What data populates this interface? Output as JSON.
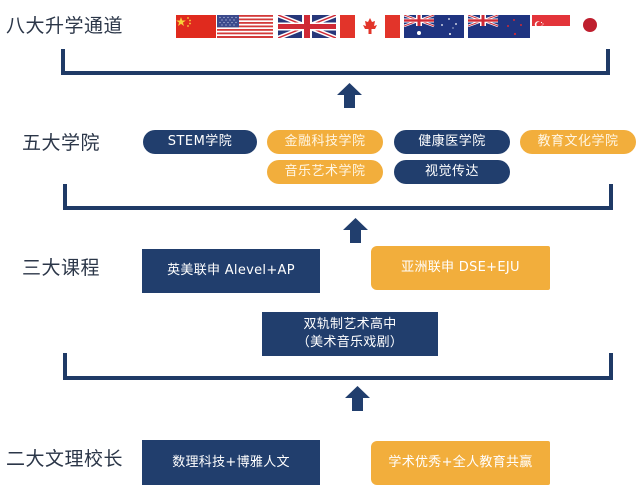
{
  "tiers": {
    "pathways": {
      "label": "八大升学通道"
    },
    "colleges": {
      "label": "五大学院"
    },
    "courses": {
      "label": "三大课程"
    },
    "principals": {
      "label": "二大文理校长"
    }
  },
  "flags": [
    {
      "country": "China",
      "icon": "china-flag-icon"
    },
    {
      "country": "United States",
      "icon": "usa-flag-icon"
    },
    {
      "country": "United Kingdom",
      "icon": "uk-flag-icon"
    },
    {
      "country": "Canada",
      "icon": "canada-flag-icon"
    },
    {
      "country": "Australia",
      "icon": "australia-flag-icon"
    },
    {
      "country": "New Zealand",
      "icon": "new-zealand-flag-icon"
    },
    {
      "country": "Singapore",
      "icon": "singapore-flag-icon"
    },
    {
      "country": "Japan",
      "icon": "japan-flag-icon"
    }
  ],
  "colleges": [
    {
      "label": "STEM学院",
      "color": "navy"
    },
    {
      "label": "金融科技学院",
      "color": "orange"
    },
    {
      "label": "健康医学院",
      "color": "navy"
    },
    {
      "label": "教育文化学院",
      "color": "orange"
    },
    {
      "label": "音乐艺术学院",
      "color": "orange"
    },
    {
      "label": "视觉传达",
      "color": "navy"
    }
  ],
  "courses": [
    {
      "label": "英美联申 Alevel+AP",
      "color": "navy"
    },
    {
      "label": "亚洲联申 DSE+EJU",
      "color": "orange"
    },
    {
      "line1": "双轨制艺术高中",
      "line2": "（美术音乐戏剧）",
      "color": "navy"
    }
  ],
  "principals": [
    {
      "label": "数理科技+博雅人文",
      "color": "navy"
    },
    {
      "label": "学术优秀+全人教育共赢",
      "color": "orange"
    }
  ],
  "colors": {
    "navy": "#213e6d",
    "orange": "#f2ae3c",
    "label_text": "#2b3648",
    "bracket": "#1f3a66"
  }
}
